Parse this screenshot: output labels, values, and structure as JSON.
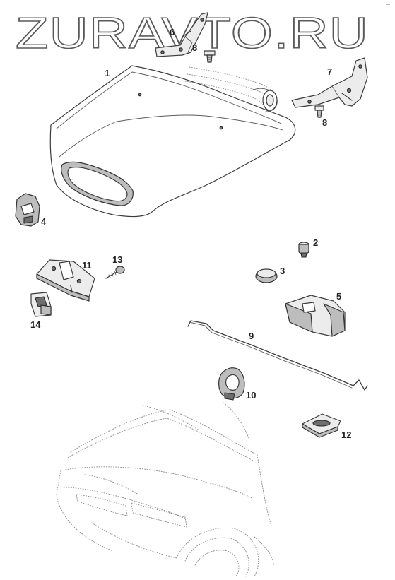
{
  "watermark": {
    "text": "ZURAVTO.RU"
  },
  "corner_mark": "--",
  "parts": [
    {
      "label": "1",
      "icon": "bonnet-panel-icon"
    },
    {
      "label": "2",
      "icon": "bump-stop-icon"
    },
    {
      "label": "3",
      "icon": "plug-icon"
    },
    {
      "label": "4",
      "icon": "rubber-buffer-icon"
    },
    {
      "label": "5",
      "icon": "latch-cover-icon"
    },
    {
      "label": "6",
      "icon": "hinge-left-icon"
    },
    {
      "label": "7",
      "icon": "hinge-right-icon"
    },
    {
      "label": "8",
      "icon": "bolt-icon"
    },
    {
      "label": "8",
      "icon": "bolt-icon"
    },
    {
      "label": "9",
      "icon": "prop-rod-icon"
    },
    {
      "label": "10",
      "icon": "rod-holder-icon"
    },
    {
      "label": "11",
      "icon": "lock-striker-icon"
    },
    {
      "label": "12",
      "icon": "lock-plate-icon"
    },
    {
      "label": "13",
      "icon": "screw-icon"
    },
    {
      "label": "14",
      "icon": "clip-nut-icon"
    }
  ],
  "colors": {
    "line": "#3c3c3c",
    "watermark_outline": "#5a5a5a",
    "background": "#ffffff"
  }
}
